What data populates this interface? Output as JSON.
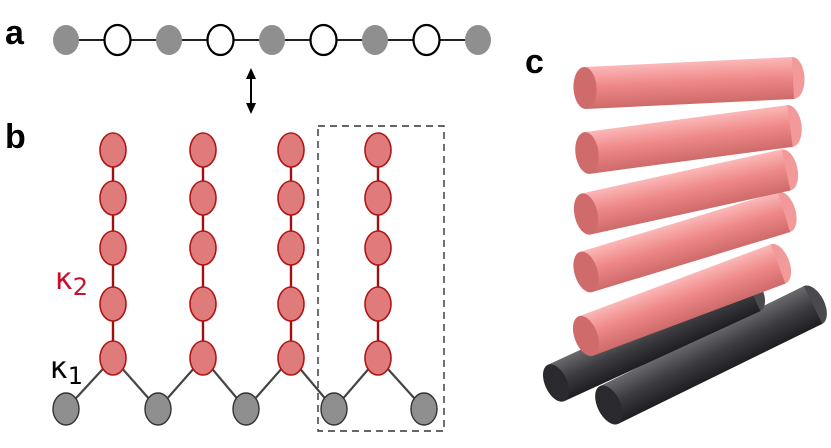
{
  "panels": {
    "a": "a",
    "b": "b",
    "c": "c"
  },
  "labels": {
    "kappa2_symbol": "κ",
    "kappa2_subscript": "2",
    "kappa1_symbol": "κ",
    "kappa1_subscript": "1"
  },
  "colors": {
    "gray_site": "#8f8f8f",
    "pink_site": "#e07b7b",
    "pink_stroke": "#b01515",
    "red_bond": "#a01010",
    "dark_bond": "#444444",
    "kappa2_text": "#c8102e",
    "kappa1_text": "#000000",
    "pink_rod": "#f08a8a",
    "dark_rod": "#3a3a3d"
  },
  "chain_a": [
    "gray",
    "open",
    "gray",
    "open",
    "gray",
    "open",
    "gray",
    "open",
    "gray"
  ],
  "comb_b": {
    "teeth": 4,
    "sites_per_tooth": 5,
    "base_sites": 5,
    "highlighted_tooth": 4
  },
  "rods_c": {
    "pink_count": 5,
    "dark_count": 2
  }
}
